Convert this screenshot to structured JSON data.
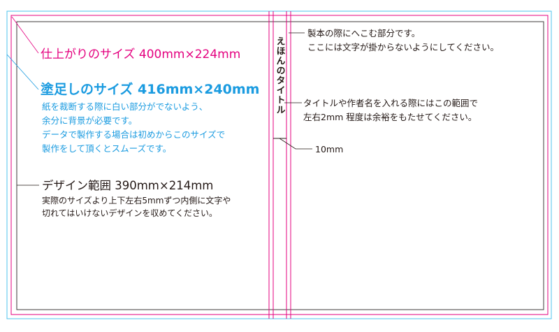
{
  "colors": {
    "trim": "#e4007f",
    "bleed": "#4cc3ee",
    "design": "#3e3a39",
    "text": "#231815",
    "bleed_text": "#1a9be0"
  },
  "trim": {
    "title": "仕上がりのサイズ 400mm×224mm"
  },
  "bleed": {
    "title": "塗足しのサイズ 416mm×240mm",
    "lines": [
      "紙を裁断する際に白い部分がでないよう、",
      "余分に背景が必要です。",
      "データで製作する場合は初めからこのサイズで",
      "製作をして頂くとスムーズです。"
    ]
  },
  "design": {
    "title": "デザイン範囲 390mm×214mm",
    "lines": [
      "実際のサイズより上下左右5mmずつ内側に文字や",
      "切れてはいけないデザインを収めてください。"
    ]
  },
  "spine": {
    "title": "えほんのタイトル",
    "hinge_note": [
      "製本の際にへこむ部分です。",
      "ここには文字が掛からないようにしてください。"
    ],
    "title_note": [
      "タイトルや作者名を入れる際にはこの範囲で",
      "左右2mm 程度は余裕をもたせてください。"
    ],
    "width_label": "10mm"
  }
}
